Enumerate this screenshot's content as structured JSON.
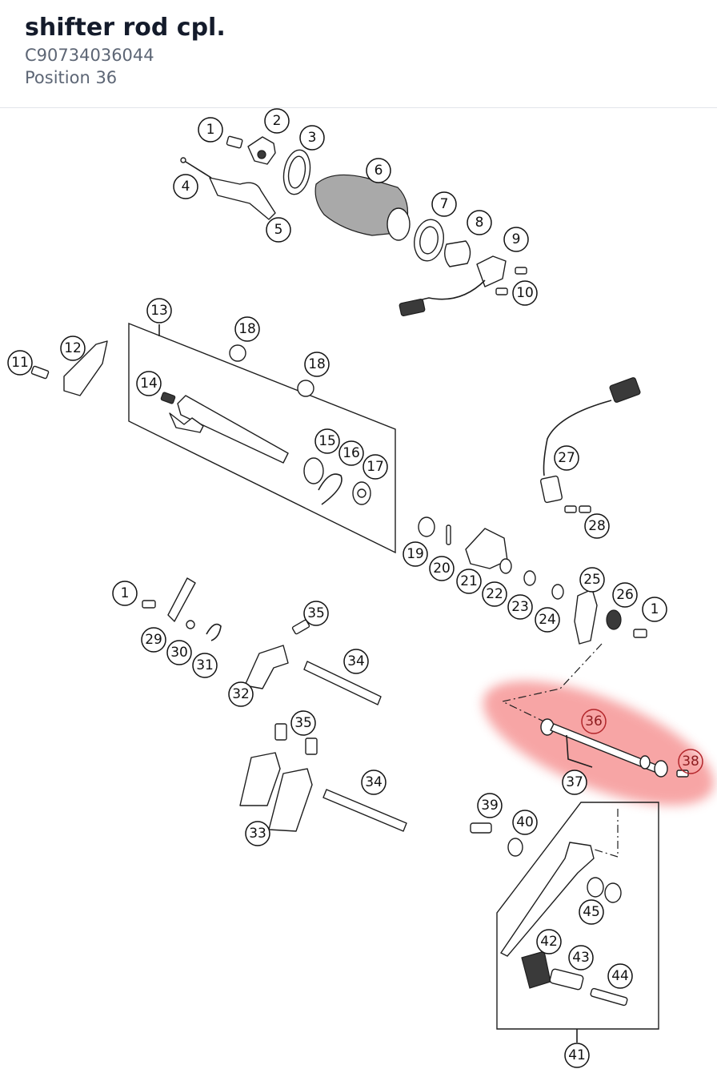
{
  "header": {
    "title": "shifter rod cpl.",
    "part_number": "C90734036044",
    "position_label": "Position 36"
  },
  "diagram": {
    "highlight_color": "#f26a6a",
    "highlighted_position": "36",
    "callouts": [
      {
        "id": "c1a",
        "label": "1"
      },
      {
        "id": "c2",
        "label": "2"
      },
      {
        "id": "c3",
        "label": "3"
      },
      {
        "id": "c4",
        "label": "4"
      },
      {
        "id": "c5",
        "label": "5"
      },
      {
        "id": "c6",
        "label": "6"
      },
      {
        "id": "c7",
        "label": "7"
      },
      {
        "id": "c8",
        "label": "8"
      },
      {
        "id": "c9",
        "label": "9"
      },
      {
        "id": "c10",
        "label": "10"
      },
      {
        "id": "c11",
        "label": "11"
      },
      {
        "id": "c12",
        "label": "12"
      },
      {
        "id": "c13",
        "label": "13"
      },
      {
        "id": "c14",
        "label": "14"
      },
      {
        "id": "c15",
        "label": "15"
      },
      {
        "id": "c16",
        "label": "16"
      },
      {
        "id": "c17",
        "label": "17"
      },
      {
        "id": "c18a",
        "label": "18"
      },
      {
        "id": "c18b",
        "label": "18"
      },
      {
        "id": "c19",
        "label": "19"
      },
      {
        "id": "c20",
        "label": "20"
      },
      {
        "id": "c21",
        "label": "21"
      },
      {
        "id": "c22",
        "label": "22"
      },
      {
        "id": "c23",
        "label": "23"
      },
      {
        "id": "c24",
        "label": "24"
      },
      {
        "id": "c25",
        "label": "25"
      },
      {
        "id": "c26",
        "label": "26"
      },
      {
        "id": "c1b",
        "label": "1"
      },
      {
        "id": "c27",
        "label": "27"
      },
      {
        "id": "c28",
        "label": "28"
      },
      {
        "id": "c1c",
        "label": "1"
      },
      {
        "id": "c29",
        "label": "29"
      },
      {
        "id": "c30",
        "label": "30"
      },
      {
        "id": "c31",
        "label": "31"
      },
      {
        "id": "c32",
        "label": "32"
      },
      {
        "id": "c35a",
        "label": "35"
      },
      {
        "id": "c34a",
        "label": "34"
      },
      {
        "id": "c35b",
        "label": "35"
      },
      {
        "id": "c34b",
        "label": "34"
      },
      {
        "id": "c33",
        "label": "33"
      },
      {
        "id": "c36",
        "label": "36"
      },
      {
        "id": "c38",
        "label": "38"
      },
      {
        "id": "c37",
        "label": "37"
      },
      {
        "id": "c39",
        "label": "39"
      },
      {
        "id": "c40",
        "label": "40"
      },
      {
        "id": "c45",
        "label": "45"
      },
      {
        "id": "c42",
        "label": "42"
      },
      {
        "id": "c43",
        "label": "43"
      },
      {
        "id": "c44",
        "label": "44"
      },
      {
        "id": "c41",
        "label": "41"
      }
    ]
  }
}
